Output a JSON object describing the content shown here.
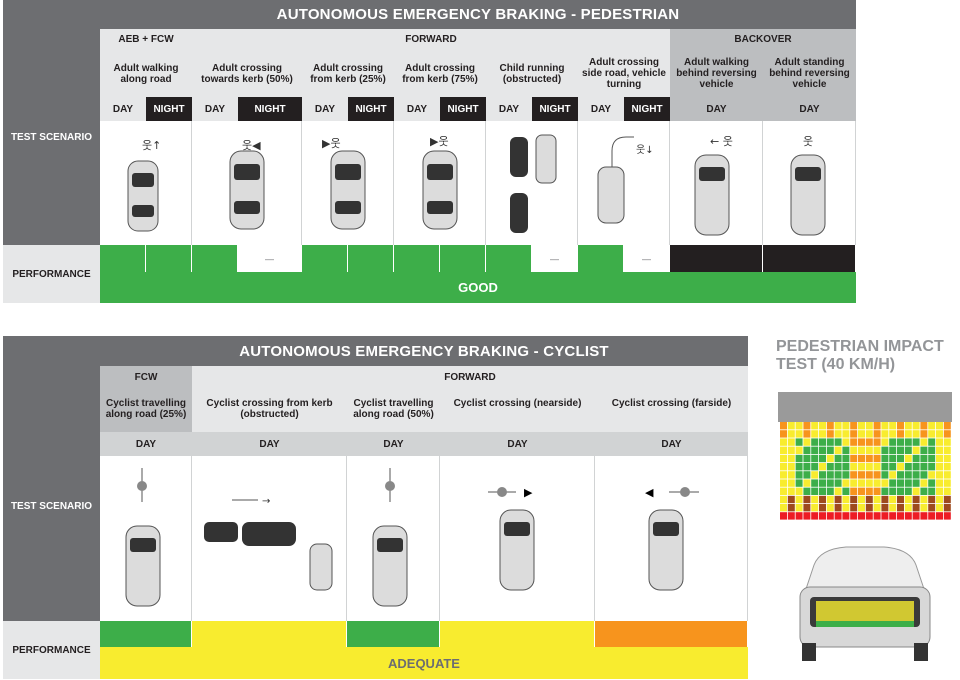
{
  "pedestrian": {
    "title": "AUTONOMOUS EMERGENCY BRAKING - PEDESTRIAN",
    "side_label": "TEST SCENARIO",
    "perf_label": "PERFORMANCE",
    "groups": [
      "AEB + FCW",
      "FORWARD",
      "BACKOVER"
    ],
    "scenarios": [
      "Adult walking along road",
      "Adult crossing towards kerb (50%)",
      "Adult crossing from kerb (25%)",
      "Adult crossing from kerb (75%)",
      "Child running (obstructed)",
      "Adult crossing side road, vehicle turning",
      "Adult walking behind reversing vehicle",
      "Adult standing behind reversing vehicle"
    ],
    "day": "DAY",
    "night": "NIGHT",
    "dash": "—",
    "overall": "GOOD",
    "colors": {
      "good": "#3dae49",
      "na": "#231f20"
    }
  },
  "cyclist": {
    "title": "AUTONOMOUS EMERGENCY BRAKING  - CYCLIST",
    "side_label": "TEST SCENARIO",
    "perf_label": "PERFORMANCE",
    "groups": [
      "FCW",
      "FORWARD"
    ],
    "scenarios": [
      "Cyclist travelling along road (25%)",
      "Cyclist crossing from kerb (obstructed)",
      "Cyclist travelling along road (50%)",
      "Cyclist crossing (nearside)",
      "Cyclist crossing (farside)"
    ],
    "day": "DAY",
    "overall": "ADEQUATE",
    "colors": {
      "good": "#3dae49",
      "adequate": "#f8ec2f",
      "marginal": "#f7941d"
    }
  },
  "impact": {
    "title": "PEDESTRIAN IMPACT TEST (40 KM/H)",
    "colors": [
      "#3dae49",
      "#f8ec2f",
      "#f7941d",
      "#9e4a1e",
      "#ed1c24"
    ]
  }
}
